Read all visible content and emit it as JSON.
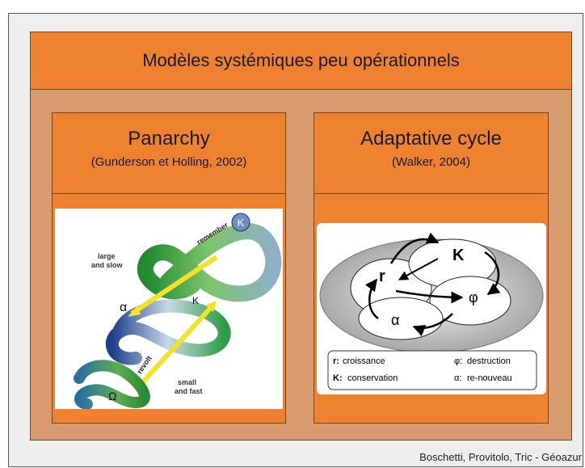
{
  "header": {
    "title": "Modèles systémiques peu opérationnels"
  },
  "left_card": {
    "title": "Panarchy",
    "subtitle": "(Gunderson et Holling, 2002)",
    "diagram": {
      "label_remember": "remember",
      "label_large": "large",
      "label_and_slow": "and slow",
      "label_alpha": "α",
      "label_K_top": "K",
      "label_K_mid": "K",
      "label_revolt": "revolt",
      "label_small": "small",
      "label_and_fast": "and fast",
      "label_omega": "Ω"
    }
  },
  "right_card": {
    "title": "Adaptative cycle",
    "subtitle": "(Walker, 2004)",
    "diagram": {
      "node_r": "r",
      "node_K": "K",
      "node_phi": "φ",
      "node_alpha": "α",
      "legend": {
        "r_key": "r:",
        "r_label": "croissance",
        "k_key": "K:",
        "k_label": "conservation",
        "phi_key": "φ:",
        "phi_label": "destruction",
        "alpha_key": "α:",
        "alpha_label": "re-nouveau"
      }
    }
  },
  "footer": {
    "credit": "Boschetti, Provitolo, Tric - Géoazur"
  }
}
